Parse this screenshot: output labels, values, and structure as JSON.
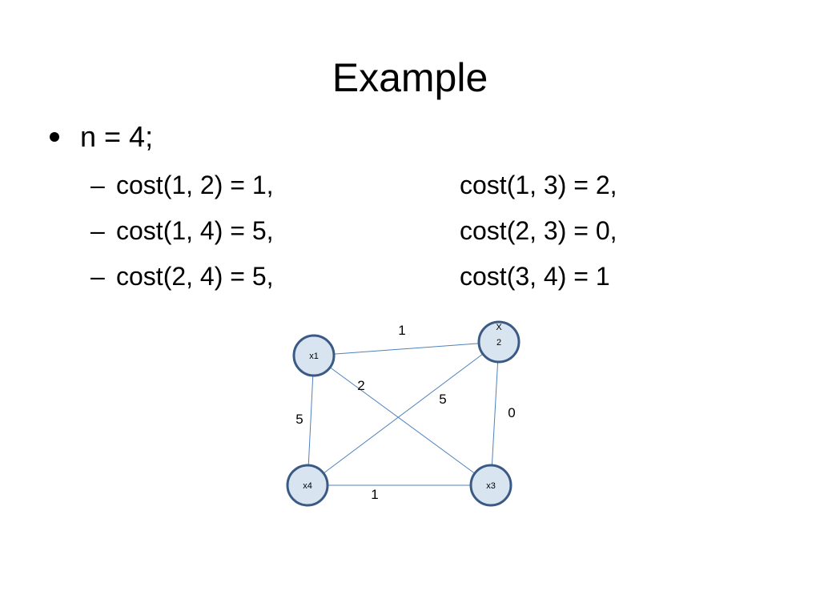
{
  "slide": {
    "title": "Example",
    "bullet": "n = 4;",
    "sub_items": [
      {
        "dash": "–",
        "left": "cost(1, 2) = 1,",
        "right": "cost(1, 3) = 2,"
      },
      {
        "dash": "–",
        "left": "cost(1, 4) = 5,",
        "right": "cost(2, 3) = 0,"
      },
      {
        "dash": "–",
        "left": "cost(2, 4) = 5,",
        "right": "cost(3, 4) = 1"
      }
    ]
  },
  "graph": {
    "node_fill": "#d9e4f1",
    "node_stroke": "#3a5a85",
    "edge_color": "#4f81bd",
    "nodes": [
      {
        "id": "x1",
        "label": "x1"
      },
      {
        "id": "x2",
        "label_line1": "X",
        "label_line2": "2"
      },
      {
        "id": "x3",
        "label": "x3"
      },
      {
        "id": "x4",
        "label": "x4"
      }
    ],
    "edges": [
      {
        "from": "x1",
        "to": "x2",
        "weight": "1"
      },
      {
        "from": "x1",
        "to": "x3",
        "weight": "2"
      },
      {
        "from": "x1",
        "to": "x4",
        "weight": "5"
      },
      {
        "from": "x2",
        "to": "x3",
        "weight": "0"
      },
      {
        "from": "x2",
        "to": "x4",
        "weight": "5"
      },
      {
        "from": "x3",
        "to": "x4",
        "weight": "1"
      }
    ]
  }
}
